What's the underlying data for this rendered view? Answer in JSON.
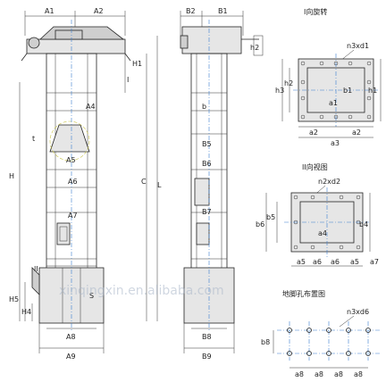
{
  "front_view": {
    "top_dims": [
      "A1",
      "A2"
    ],
    "labels": {
      "H1": "H1",
      "I": "I",
      "A4": "A4",
      "t": "t",
      "A5": "A5",
      "H": "H",
      "A6": "A6",
      "A7": "A7",
      "II": "II",
      "H5": "H5",
      "H4": "H4",
      "S": "S",
      "A8": "A8",
      "A9": "A9"
    }
  },
  "side_view": {
    "top_dims": [
      "B2",
      "B1"
    ],
    "labels": {
      "h2": "h2",
      "b": "b",
      "B5": "B5",
      "B6": "B6",
      "B7": "B7",
      "C": "C",
      "L": "L",
      "B8": "B8",
      "B9": "B9"
    }
  },
  "section_1": {
    "title": "I向旋转",
    "callout": "n3xd1",
    "dims": {
      "h3": "h3",
      "h2": "h2",
      "h1": "h1",
      "a1": "a1",
      "b1": "b1",
      "a2": "a2",
      "a3": "a3"
    }
  },
  "section_2": {
    "title": "II向视图",
    "callout": "n2xd2",
    "dims": {
      "b6": "b6",
      "b5": "b5",
      "a4": "a4",
      "b4": "b4",
      "a5": "a5",
      "a6": "a6",
      "a7": "a7"
    }
  },
  "section_3": {
    "title": "地脚孔布置图",
    "callout": "n3xd6",
    "dims": {
      "b8": "b8",
      "a8": "a8"
    }
  },
  "watermark": "xinqingxin.en.alibaba.com"
}
